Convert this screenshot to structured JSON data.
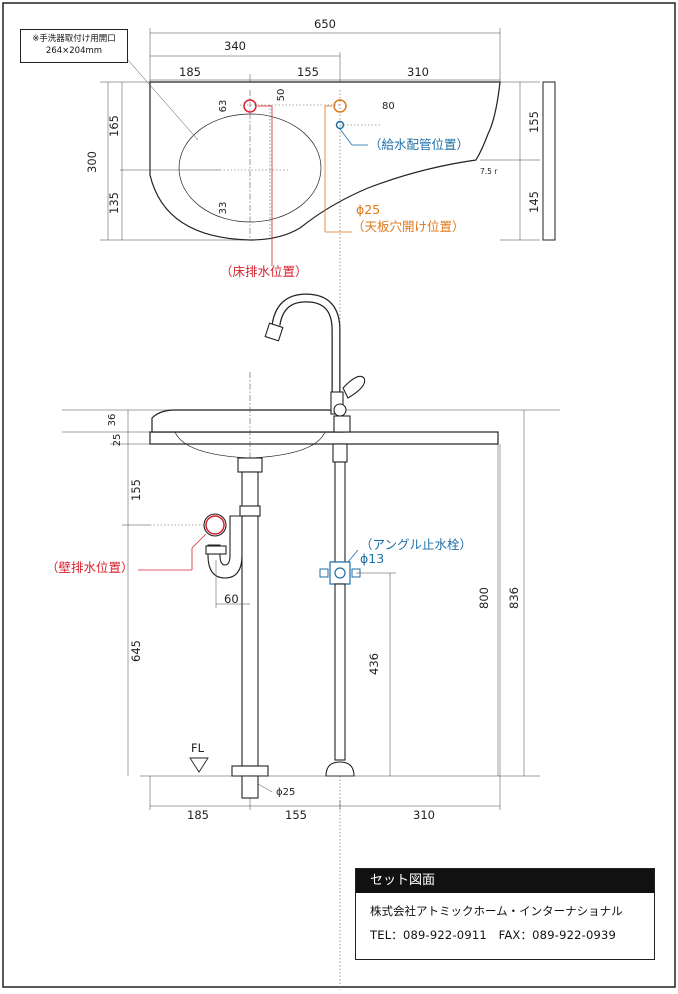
{
  "note": {
    "line1": "※手洗器取付け用開口",
    "line2": "264×204mm"
  },
  "top_view": {
    "overall_width": "650",
    "sink_center_offset": "340",
    "segments": [
      "185",
      "155",
      "310"
    ],
    "depth_total": "300",
    "depth_upper": "165",
    "depth_lower": "135",
    "basin_dim_a": "63",
    "basin_dim_b": "50",
    "basin_dim_c": "33",
    "tap_offset": "80",
    "side_upper": "155",
    "side_lower": "145",
    "radius_note": "7.5 r"
  },
  "labels": {
    "supply_position": "（給水配管位置）",
    "hole_size": "ϕ25",
    "hole_label": "（天板穴開け位置）",
    "floor_drain": "（床排水位置）",
    "wall_drain": "（壁排水位置）",
    "angle_valve": "（アングル止水栓）",
    "angle_valve_size": "ϕ13",
    "fl": "FL",
    "drain_size": "ϕ25"
  },
  "front_view": {
    "counter_height": "36",
    "counter_thickness": "25",
    "trap_depth": "155",
    "trap_offset": "60",
    "drain_height": "645",
    "valve_height": "436",
    "counter_top": "800",
    "overall_height": "836",
    "bottom_segments": [
      "185",
      "155",
      "310"
    ]
  },
  "title_block": {
    "title": "セット図面",
    "company": "株式会社アトミックホーム・インターナショナル",
    "contact": "TEL：089-922-0911　FAX：089-922-0939"
  },
  "colors": {
    "red": "#d8202c",
    "blue": "#1d6fa8",
    "orange": "#e07818"
  }
}
